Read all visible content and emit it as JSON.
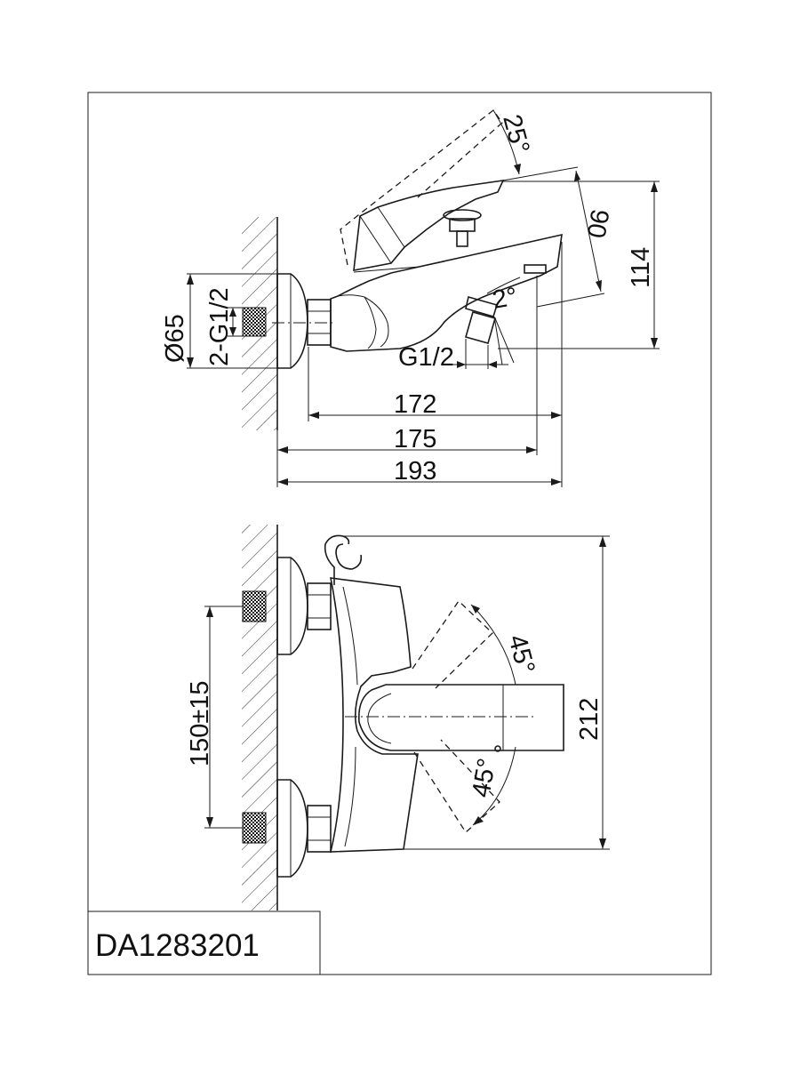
{
  "model_number": "DA1283201",
  "top_view": {
    "dimensions": {
      "lever_angle": "25°",
      "handle_height": "90",
      "overall_height": "114",
      "flange_diameter": "Ø65",
      "inlet_thread": "2-G1/2",
      "spout_angle": "2°",
      "outlet_thread": "G1/2",
      "spout_reach": "172",
      "outlet_reach": "175",
      "overall_depth": "193"
    }
  },
  "front_view": {
    "dimensions": {
      "lever_rotation_up": "45°",
      "lever_rotation_down": "45°",
      "inlet_centers": "150±15",
      "overall_width": "212"
    }
  }
}
